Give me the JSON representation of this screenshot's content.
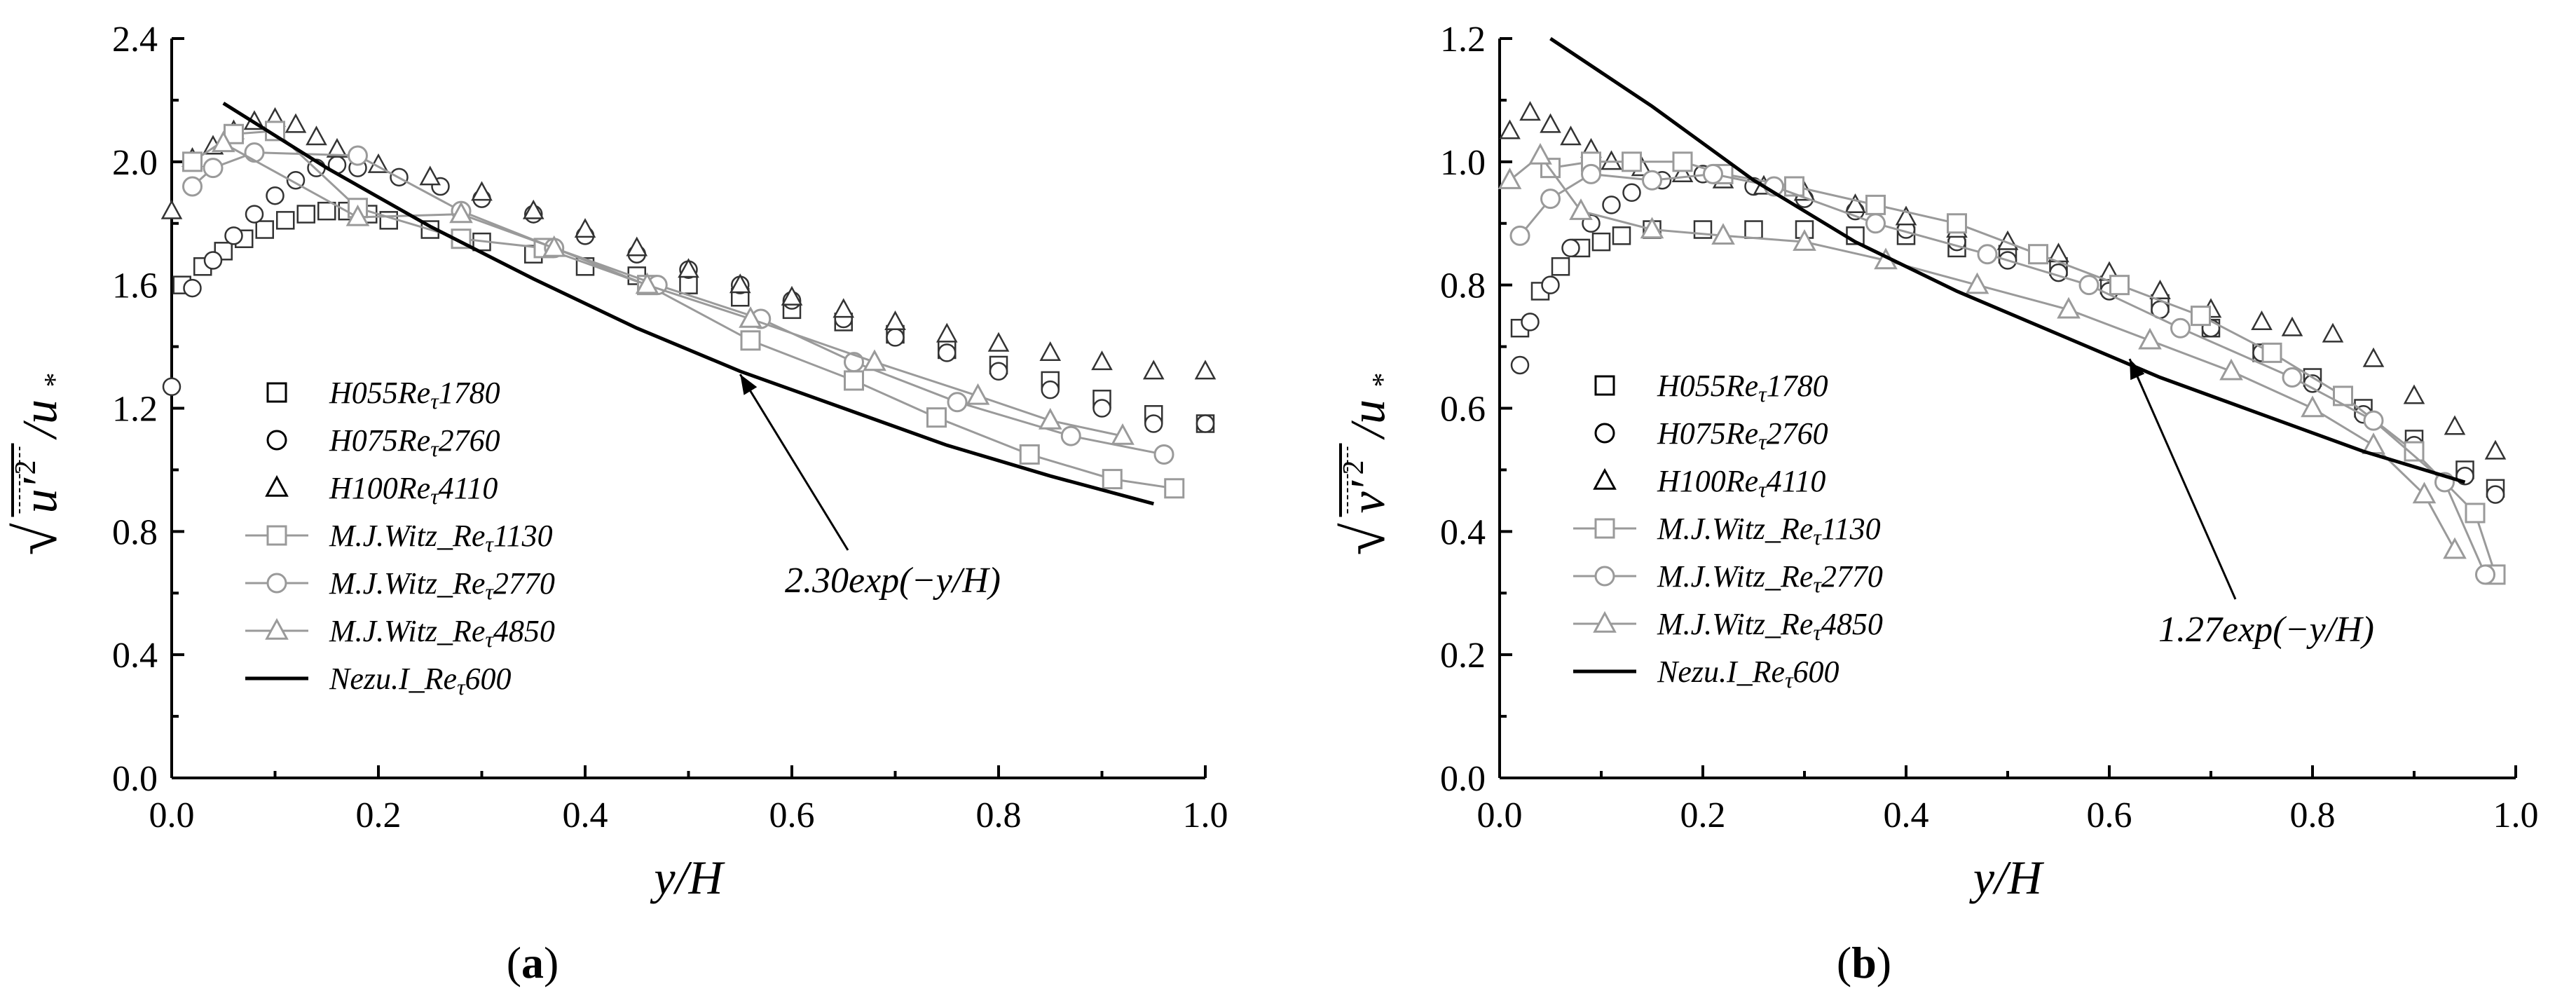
{
  "chart_data": [
    {
      "panel": "(a)",
      "type": "scatter",
      "xlabel": "y/H",
      "ylabel": "√(u'²)/u*",
      "xlim": [
        0.0,
        1.0
      ],
      "ylim": [
        0.0,
        2.4
      ],
      "xticks": [
        "0.0",
        "0.2",
        "0.4",
        "0.6",
        "0.8",
        "1.0"
      ],
      "yticks": [
        "0.0",
        "0.4",
        "0.8",
        "1.2",
        "1.6",
        "2.0",
        "2.4"
      ],
      "grid": false,
      "legend_position": "bottom-left",
      "annotation": {
        "text": "2.30exp(−y/H)",
        "points_to": [
          0.55,
          1.31
        ]
      },
      "series": [
        {
          "name": "H055Re_τ1780",
          "marker": "square",
          "style": "points",
          "x": [
            0.01,
            0.03,
            0.05,
            0.07,
            0.09,
            0.11,
            0.13,
            0.15,
            0.17,
            0.19,
            0.21,
            0.25,
            0.3,
            0.35,
            0.4,
            0.45,
            0.5,
            0.55,
            0.6,
            0.65,
            0.7,
            0.75,
            0.8,
            0.85,
            0.9,
            0.95,
            1.0
          ],
          "y": [
            1.6,
            1.66,
            1.71,
            1.75,
            1.78,
            1.81,
            1.83,
            1.84,
            1.84,
            1.83,
            1.81,
            1.78,
            1.74,
            1.7,
            1.66,
            1.63,
            1.6,
            1.56,
            1.52,
            1.48,
            1.44,
            1.39,
            1.34,
            1.29,
            1.23,
            1.18,
            1.15
          ]
        },
        {
          "name": "H075Re_τ2760",
          "marker": "circle",
          "style": "points",
          "x": [
            0.0,
            0.02,
            0.04,
            0.06,
            0.08,
            0.1,
            0.12,
            0.14,
            0.16,
            0.18,
            0.22,
            0.26,
            0.3,
            0.35,
            0.4,
            0.45,
            0.5,
            0.55,
            0.6,
            0.65,
            0.7,
            0.75,
            0.8,
            0.85,
            0.9,
            0.95,
            1.0
          ],
          "y": [
            1.27,
            1.59,
            1.68,
            1.76,
            1.83,
            1.89,
            1.94,
            1.98,
            1.99,
            1.98,
            1.95,
            1.92,
            1.88,
            1.83,
            1.76,
            1.7,
            1.65,
            1.6,
            1.55,
            1.49,
            1.43,
            1.38,
            1.32,
            1.26,
            1.2,
            1.15,
            1.15
          ]
        },
        {
          "name": "H100Re_τ4110",
          "marker": "triangle",
          "style": "points",
          "x": [
            0.0,
            0.02,
            0.04,
            0.06,
            0.08,
            0.1,
            0.12,
            0.14,
            0.16,
            0.2,
            0.25,
            0.3,
            0.35,
            0.4,
            0.45,
            0.5,
            0.55,
            0.6,
            0.65,
            0.7,
            0.75,
            0.8,
            0.85,
            0.9,
            0.95,
            1.0
          ],
          "y": [
            1.84,
            2.01,
            2.05,
            2.1,
            2.13,
            2.14,
            2.12,
            2.08,
            2.04,
            1.99,
            1.95,
            1.9,
            1.84,
            1.78,
            1.72,
            1.65,
            1.6,
            1.56,
            1.52,
            1.48,
            1.44,
            1.41,
            1.38,
            1.35,
            1.32,
            1.32
          ]
        },
        {
          "name": "M.J.Witz_Re_τ1130",
          "marker": "square",
          "style": "line-open",
          "x": [
            0.02,
            0.06,
            0.1,
            0.18,
            0.28,
            0.36,
            0.46,
            0.56,
            0.66,
            0.74,
            0.83,
            0.91,
            0.97
          ],
          "y": [
            2.0,
            2.09,
            2.1,
            1.85,
            1.75,
            1.72,
            1.6,
            1.42,
            1.29,
            1.17,
            1.05,
            0.97,
            0.94
          ]
        },
        {
          "name": "M.J.Witz_Re_τ2770",
          "marker": "circle",
          "style": "line-open",
          "x": [
            0.02,
            0.04,
            0.08,
            0.18,
            0.28,
            0.37,
            0.47,
            0.57,
            0.66,
            0.76,
            0.87,
            0.96
          ],
          "y": [
            1.92,
            1.98,
            2.03,
            2.02,
            1.84,
            1.72,
            1.6,
            1.49,
            1.35,
            1.22,
            1.11,
            1.05
          ]
        },
        {
          "name": "M.J.Witz_Re_τ4850",
          "marker": "triangle",
          "style": "line-open",
          "x": [
            0.05,
            0.18,
            0.28,
            0.37,
            0.46,
            0.56,
            0.68,
            0.78,
            0.85,
            0.92
          ],
          "y": [
            2.06,
            1.82,
            1.83,
            1.72,
            1.6,
            1.49,
            1.35,
            1.24,
            1.16,
            1.11
          ]
        },
        {
          "name": "Nezu.I_Re_τ600",
          "marker": "none",
          "style": "line",
          "x": [
            0.05,
            0.15,
            0.25,
            0.35,
            0.45,
            0.55,
            0.65,
            0.75,
            0.85,
            0.95
          ],
          "y": [
            2.19,
            1.98,
            1.79,
            1.62,
            1.46,
            1.32,
            1.2,
            1.08,
            0.98,
            0.89
          ]
        }
      ]
    },
    {
      "panel": "(b)",
      "type": "scatter",
      "xlabel": "y/H",
      "ylabel": "√(v'²)/u*",
      "xlim": [
        0.0,
        1.0
      ],
      "ylim": [
        0.0,
        1.2
      ],
      "xticks": [
        "0.0",
        "0.2",
        "0.4",
        "0.6",
        "0.8",
        "1.0"
      ],
      "yticks": [
        "0.0",
        "0.2",
        "0.4",
        "0.6",
        "0.8",
        "1.0",
        "1.2"
      ],
      "grid": false,
      "legend_position": "left",
      "annotation": {
        "text": "1.27exp(−y/H)",
        "points_to": [
          0.62,
          0.68
        ]
      },
      "series": [
        {
          "name": "H055Re_τ1780",
          "marker": "square",
          "style": "points",
          "x": [
            0.02,
            0.04,
            0.06,
            0.08,
            0.1,
            0.12,
            0.15,
            0.2,
            0.25,
            0.3,
            0.35,
            0.4,
            0.45,
            0.5,
            0.55,
            0.6,
            0.65,
            0.7,
            0.75,
            0.8,
            0.85,
            0.9,
            0.95,
            0.98
          ],
          "y": [
            0.73,
            0.79,
            0.83,
            0.86,
            0.87,
            0.88,
            0.89,
            0.89,
            0.89,
            0.89,
            0.88,
            0.88,
            0.86,
            0.85,
            0.83,
            0.8,
            0.77,
            0.73,
            0.69,
            0.65,
            0.6,
            0.55,
            0.5,
            0.47
          ]
        },
        {
          "name": "H075Re_τ2760",
          "marker": "circle",
          "style": "points",
          "x": [
            0.02,
            0.03,
            0.05,
            0.07,
            0.09,
            0.11,
            0.13,
            0.16,
            0.2,
            0.25,
            0.3,
            0.35,
            0.4,
            0.45,
            0.5,
            0.55,
            0.6,
            0.65,
            0.7,
            0.75,
            0.8,
            0.85,
            0.9,
            0.95,
            0.98
          ],
          "y": [
            0.67,
            0.74,
            0.8,
            0.86,
            0.9,
            0.93,
            0.95,
            0.97,
            0.98,
            0.96,
            0.94,
            0.92,
            0.89,
            0.87,
            0.84,
            0.82,
            0.79,
            0.76,
            0.73,
            0.69,
            0.64,
            0.59,
            0.54,
            0.49,
            0.46
          ]
        },
        {
          "name": "H100Re_τ4110",
          "marker": "triangle",
          "style": "points",
          "x": [
            0.01,
            0.03,
            0.05,
            0.07,
            0.09,
            0.11,
            0.14,
            0.18,
            0.22,
            0.26,
            0.3,
            0.35,
            0.4,
            0.45,
            0.5,
            0.55,
            0.6,
            0.65,
            0.7,
            0.75,
            0.78,
            0.82,
            0.86,
            0.9,
            0.94,
            0.98
          ],
          "y": [
            1.05,
            1.08,
            1.06,
            1.04,
            1.02,
            1.0,
            0.99,
            0.98,
            0.97,
            0.96,
            0.95,
            0.93,
            0.91,
            0.89,
            0.87,
            0.85,
            0.82,
            0.79,
            0.76,
            0.74,
            0.73,
            0.72,
            0.68,
            0.62,
            0.57,
            0.53
          ]
        },
        {
          "name": "M.J.Witz_Re_τ1130",
          "marker": "square",
          "style": "line-open",
          "x": [
            0.05,
            0.09,
            0.13,
            0.18,
            0.22,
            0.29,
            0.37,
            0.45,
            0.53,
            0.61,
            0.69,
            0.76,
            0.83,
            0.9,
            0.96,
            0.98
          ],
          "y": [
            0.99,
            1.0,
            1.0,
            1.0,
            0.98,
            0.96,
            0.93,
            0.9,
            0.85,
            0.8,
            0.75,
            0.69,
            0.62,
            0.53,
            0.43,
            0.33
          ]
        },
        {
          "name": "M.J.Witz_Re_τ2770",
          "marker": "circle",
          "style": "line-open",
          "x": [
            0.02,
            0.05,
            0.09,
            0.15,
            0.21,
            0.27,
            0.37,
            0.48,
            0.58,
            0.67,
            0.78,
            0.86,
            0.93,
            0.97
          ],
          "y": [
            0.88,
            0.94,
            0.98,
            0.97,
            0.98,
            0.96,
            0.9,
            0.85,
            0.8,
            0.73,
            0.65,
            0.58,
            0.48,
            0.33
          ]
        },
        {
          "name": "M.J.Witz_Re_τ4850",
          "marker": "triangle",
          "style": "line-open",
          "x": [
            0.01,
            0.04,
            0.08,
            0.15,
            0.22,
            0.3,
            0.38,
            0.47,
            0.56,
            0.64,
            0.72,
            0.8,
            0.86,
            0.91,
            0.94
          ],
          "y": [
            0.97,
            1.01,
            0.92,
            0.89,
            0.88,
            0.87,
            0.84,
            0.8,
            0.76,
            0.71,
            0.66,
            0.6,
            0.54,
            0.46,
            0.37
          ]
        },
        {
          "name": "Nezu.I_Re_τ600",
          "marker": "none",
          "style": "line",
          "x": [
            0.05,
            0.15,
            0.25,
            0.35,
            0.45,
            0.55,
            0.65,
            0.75,
            0.85,
            0.95
          ],
          "y": [
            1.2,
            1.09,
            0.97,
            0.87,
            0.79,
            0.72,
            0.65,
            0.59,
            0.53,
            0.48
          ]
        }
      ]
    }
  ]
}
